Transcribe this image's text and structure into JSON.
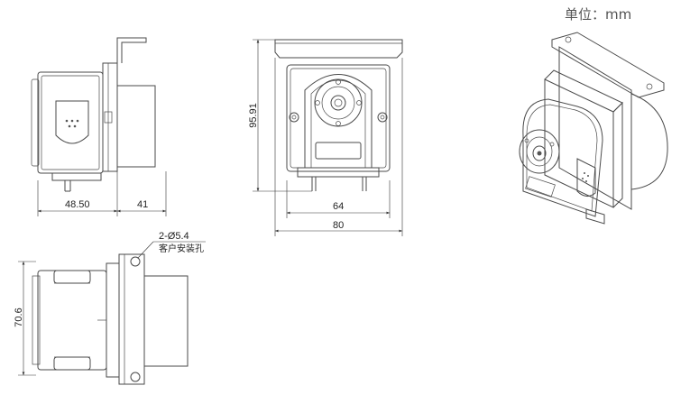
{
  "unit_label": "单位：mm",
  "side_view": {
    "dim_left": "48.50",
    "dim_right": "41"
  },
  "front_view": {
    "dim_height": "95.91",
    "dim_width_inner": "64",
    "dim_width_outer": "80"
  },
  "bottom_view": {
    "hole_callout": "2-Ø5.4",
    "hole_note": "客户安装孔",
    "dim_height": "70.6"
  }
}
